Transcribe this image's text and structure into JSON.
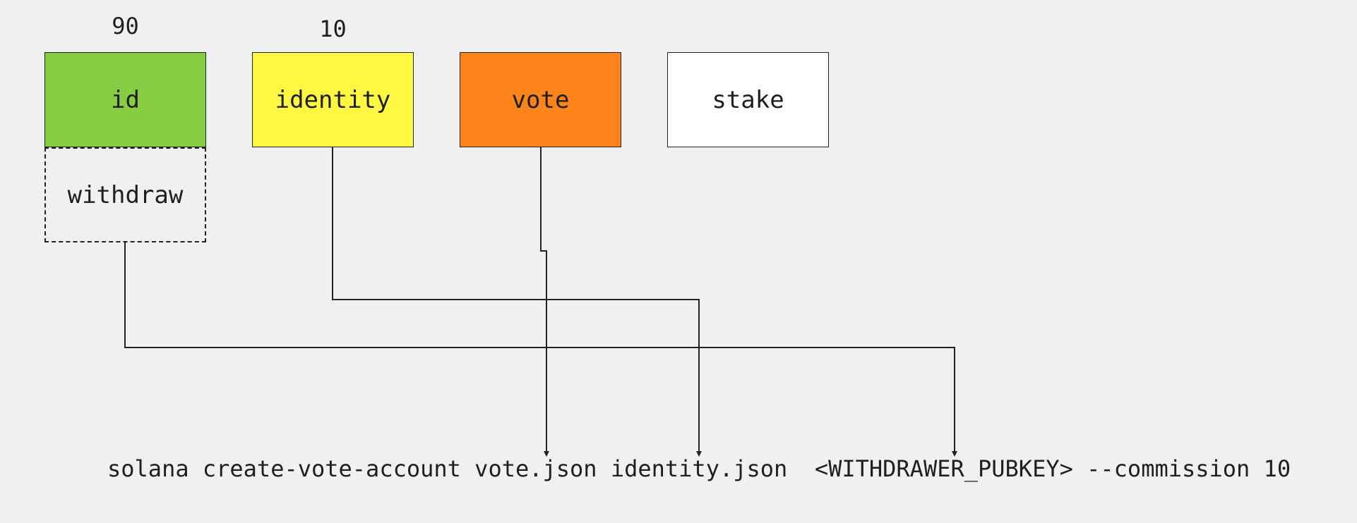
{
  "counts": {
    "id": "90",
    "identity": "10"
  },
  "keypairs": {
    "id": {
      "label": "id",
      "color": "#88cc44"
    },
    "identity": {
      "label": "identity",
      "color": "#fff740"
    },
    "vote": {
      "label": "vote",
      "color": "#ff851b"
    },
    "stake": {
      "label": "stake",
      "color": "#ffffff"
    },
    "withdraw": {
      "label": "withdraw"
    }
  },
  "command": {
    "text": "solana create-vote-account vote.json identity.json  <WITHDRAWER_PUBKEY> --commission 10"
  }
}
